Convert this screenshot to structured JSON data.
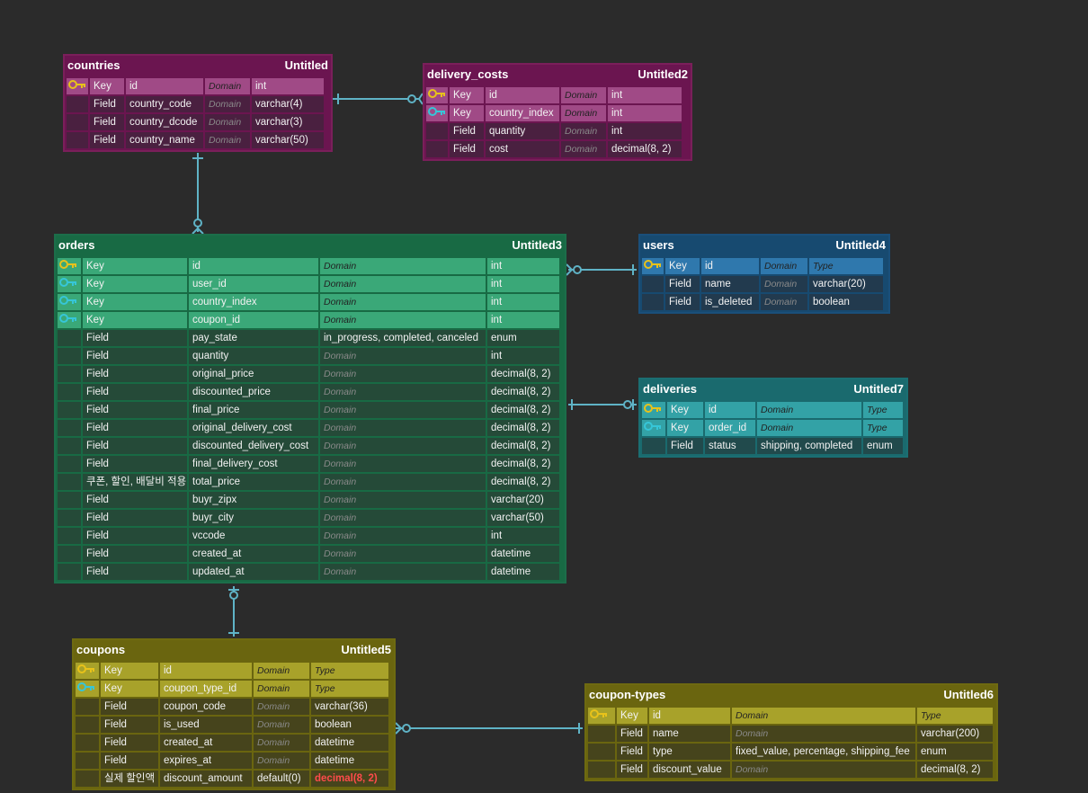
{
  "entities": [
    {
      "name": "countries",
      "alias": "Untitled",
      "border": "#7a1f5a",
      "head": "#6b1550",
      "row_key": "#a04a86",
      "row_field": "#4a2040",
      "cols": [
        26,
        40,
        88,
        52,
        82
      ],
      "rows": [
        {
          "kind": "pk",
          "role": "Key",
          "name": "id",
          "domain": "Domain",
          "type": "int"
        },
        {
          "kind": "field",
          "role": "Field",
          "name": "country_code",
          "domain": "Domain",
          "type": "varchar(4)"
        },
        {
          "kind": "field",
          "role": "Field",
          "name": "country_dcode",
          "domain": "Domain",
          "type": "varchar(3)"
        },
        {
          "kind": "field",
          "role": "Field",
          "name": "country_name",
          "domain": "Domain",
          "type": "varchar(50)"
        }
      ]
    },
    {
      "name": "delivery_costs",
      "alias": "Untitled2",
      "border": "#7a1f5a",
      "head": "#6b1550",
      "row_key": "#a04a86",
      "row_field": "#4a2040",
      "cols": [
        26,
        40,
        84,
        52,
        84
      ],
      "rows": [
        {
          "kind": "pk",
          "role": "Key",
          "name": "id",
          "domain": "Domain",
          "type": "int"
        },
        {
          "kind": "fk",
          "role": "Key",
          "name": "country_index",
          "domain": "Domain",
          "type": "int"
        },
        {
          "kind": "field",
          "role": "Field",
          "name": "quantity",
          "domain": "Domain",
          "type": "int"
        },
        {
          "kind": "field",
          "role": "Field",
          "name": "cost",
          "domain": "Domain",
          "type": "decimal(8, 2)"
        }
      ]
    },
    {
      "name": "orders",
      "alias": "Untitled3",
      "border": "#1c6e4a",
      "head": "#186a44",
      "row_key": "#3aa878",
      "row_field": "#254a38",
      "cols": [
        28,
        118,
        146,
        186,
        82
      ],
      "rows": [
        {
          "kind": "pk",
          "role": "Key",
          "name": "id",
          "domain": "Domain",
          "type": "int"
        },
        {
          "kind": "fk",
          "role": "Key",
          "name": "user_id",
          "domain": "Domain",
          "type": "int"
        },
        {
          "kind": "fk",
          "role": "Key",
          "name": "country_index",
          "domain": "Domain",
          "type": "int"
        },
        {
          "kind": "fk",
          "role": "Key",
          "name": "coupon_id",
          "domain": "Domain",
          "type": "int"
        },
        {
          "kind": "field",
          "role": "Field",
          "name": "pay_state",
          "domain": "in_progress, completed, canceled",
          "domain_plain": true,
          "type": "enum"
        },
        {
          "kind": "field",
          "role": "Field",
          "name": "quantity",
          "domain": "Domain",
          "type": "int"
        },
        {
          "kind": "field",
          "role": "Field",
          "name": "original_price",
          "domain": "Domain",
          "type": "decimal(8, 2)"
        },
        {
          "kind": "field",
          "role": "Field",
          "name": "discounted_price",
          "domain": "Domain",
          "type": "decimal(8, 2)"
        },
        {
          "kind": "field",
          "role": "Field",
          "name": "final_price",
          "domain": "Domain",
          "type": "decimal(8, 2)"
        },
        {
          "kind": "field",
          "role": "Field",
          "name": "original_delivery_cost",
          "domain": "Domain",
          "type": "decimal(8, 2)"
        },
        {
          "kind": "field",
          "role": "Field",
          "name": "discounted_delivery_cost",
          "domain": "Domain",
          "type": "decimal(8, 2)"
        },
        {
          "kind": "field",
          "role": "Field",
          "name": "final_delivery_cost",
          "domain": "Domain",
          "type": "decimal(8, 2)"
        },
        {
          "kind": "field",
          "role": "쿠폰, 할인, 배달비 적용",
          "name": "total_price",
          "domain": "Domain",
          "type": "decimal(8, 2)"
        },
        {
          "kind": "field",
          "role": "Field",
          "name": "buyr_zipx",
          "domain": "Domain",
          "type": "varchar(20)"
        },
        {
          "kind": "field",
          "role": "Field",
          "name": "buyr_city",
          "domain": "Domain",
          "type": "varchar(50)"
        },
        {
          "kind": "field",
          "role": "Field",
          "name": "vccode",
          "domain": "Domain",
          "type": "int"
        },
        {
          "kind": "field",
          "role": "Field",
          "name": "created_at",
          "domain": "Domain",
          "type": "datetime"
        },
        {
          "kind": "field",
          "role": "Field",
          "name": "updated_at",
          "domain": "Domain",
          "type": "datetime"
        }
      ]
    },
    {
      "name": "users",
      "alias": "Untitled4",
      "border": "#1a4f7a",
      "head": "#174a70",
      "row_key": "#2f78ad",
      "row_field": "#223a4e",
      "cols": [
        26,
        40,
        66,
        54,
        84
      ],
      "rows": [
        {
          "kind": "pk",
          "role": "Key",
          "name": "id",
          "domain": "Domain",
          "type": "Type",
          "type_italic": true
        },
        {
          "kind": "field",
          "role": "Field",
          "name": "name",
          "domain": "Domain",
          "type": "varchar(20)"
        },
        {
          "kind": "field",
          "role": "Field",
          "name": "is_deleted",
          "domain": "Domain",
          "type": "boolean"
        }
      ]
    },
    {
      "name": "deliveries",
      "alias": "Untitled7",
      "border": "#1b6e72",
      "head": "#1a6a6e",
      "row_key": "#33a2a6",
      "row_field": "#214a4c",
      "cols": [
        28,
        42,
        58,
        118,
        46
      ],
      "rows": [
        {
          "kind": "pk",
          "role": "Key",
          "name": "id",
          "domain": "Domain",
          "type": "Type",
          "type_italic": true
        },
        {
          "kind": "fk",
          "role": "Key",
          "name": "order_id",
          "domain": "Domain",
          "type": "Type",
          "type_italic": true
        },
        {
          "kind": "field",
          "role": "Field",
          "name": "status",
          "domain": "shipping, completed",
          "domain_plain": true,
          "type": "enum"
        }
      ]
    },
    {
      "name": "coupons",
      "alias": "Untitled5",
      "border": "#6e6a10",
      "head": "#6a650f",
      "row_key": "#a8a22a",
      "row_field": "#46441c",
      "cols": [
        28,
        66,
        104,
        64,
        88
      ],
      "rows": [
        {
          "kind": "pk",
          "role": "Key",
          "name": "id",
          "domain": "Domain",
          "type": "Type",
          "type_italic": true
        },
        {
          "kind": "fk",
          "role": "Key",
          "name": "coupon_type_id",
          "domain": "Domain",
          "type": "Type",
          "type_italic": true
        },
        {
          "kind": "field",
          "role": "Field",
          "name": "coupon_code",
          "domain": "Domain",
          "type": "varchar(36)"
        },
        {
          "kind": "field",
          "role": "Field",
          "name": "is_used",
          "domain": "Domain",
          "type": "boolean"
        },
        {
          "kind": "field",
          "role": "Field",
          "name": "created_at",
          "domain": "Domain",
          "type": "datetime"
        },
        {
          "kind": "field",
          "role": "Field",
          "name": "expires_at",
          "domain": "Domain",
          "type": "datetime"
        },
        {
          "kind": "field",
          "role": "실제 할인액",
          "name": "discount_amount",
          "domain": "default(0)",
          "domain_plain": true,
          "type": "decimal(8, 2)",
          "type_red": true
        }
      ]
    },
    {
      "name": "coupon-types",
      "alias": "Untitled6",
      "border": "#6e6a10",
      "head": "#6a650f",
      "row_key": "#a8a22a",
      "row_field": "#46441c",
      "cols": [
        32,
        36,
        92,
        206,
        86
      ],
      "rows": [
        {
          "kind": "pk",
          "role": "Key",
          "name": "id",
          "domain": "Domain",
          "type": "Type",
          "type_italic": true
        },
        {
          "kind": "field",
          "role": "Field",
          "name": "name",
          "domain": "Domain",
          "type": "varchar(200)"
        },
        {
          "kind": "field",
          "role": "Field",
          "name": "type",
          "domain": "fixed_value, percentage, shipping_fee",
          "domain_plain": true,
          "type": "enum"
        },
        {
          "kind": "field",
          "role": "Field",
          "name": "discount_value",
          "domain": "Domain",
          "type": "decimal(8, 2)"
        }
      ]
    }
  ],
  "colors": {
    "pk_icon": "#e8c21a",
    "fk_icon": "#36c6d8",
    "line": "#5fb3c6",
    "domain_dim": "#8a8a8a",
    "warn_type": "#ff4b4b"
  },
  "relationships": [
    {
      "from": "countries",
      "to": "delivery_costs",
      "from_end": "one",
      "to_end": "zero-or-many"
    },
    {
      "from": "countries",
      "to": "orders",
      "from_end": "one",
      "to_end": "zero-or-many"
    },
    {
      "from": "users",
      "to": "orders",
      "from_end": "one",
      "to_end": "zero-or-many"
    },
    {
      "from": "orders",
      "to": "deliveries",
      "from_end": "one",
      "to_end": "zero-or-one"
    },
    {
      "from": "coupons",
      "to": "orders",
      "from_end": "one",
      "to_end": "zero-or-one"
    },
    {
      "from": "coupon-types",
      "to": "coupons",
      "from_end": "one",
      "to_end": "zero-or-many"
    }
  ]
}
